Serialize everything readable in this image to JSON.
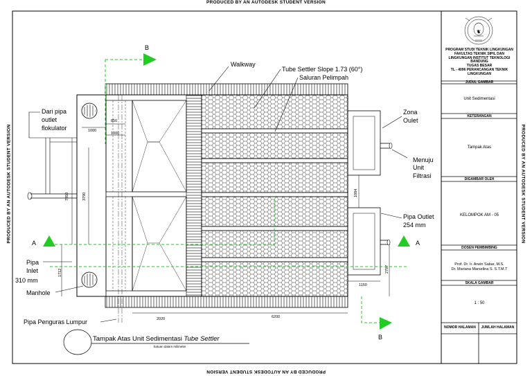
{
  "watermark": "PRODUCED BY AN AUTODESK STUDENT VERSION",
  "labels": {
    "walkway": "Walkway",
    "tube_settler": "Tube Settler Slope 1.73 (60°)",
    "saluran": "Saluran Pelimpah",
    "dari_pipa_1": "Dari pipa",
    "dari_pipa_2": "outlet",
    "dari_pipa_3": "flokulator",
    "zona_1": "Zona",
    "zona_2": "Oulet",
    "menuju_1": "Menuju",
    "menuju_2": "Unit",
    "menuju_3": "Filtrasi",
    "pipa_outlet_1": "Pipa Outlet",
    "pipa_outlet_2": "254 mm",
    "pipa_inlet_1": "Pipa",
    "pipa_inlet_2": "Inlet",
    "pipa_inlet_3": "310 mm",
    "manhole": "Manhole",
    "pipa_penguras": "Pipa Penguras Lumpur",
    "section_a": "A",
    "section_b": "B"
  },
  "dimensions": {
    "d1000a": "1000",
    "d850": "850",
    "d1000b": "1000",
    "d7850": "7850",
    "d3790": "3790",
    "d1712": "1712",
    "d2020": "2020",
    "d6200": "6200",
    "d1084": "1084",
    "d2787": "2787",
    "d1150": "1150"
  },
  "title": {
    "main": "Tampak Atas Unit Sedimentasi ",
    "italic": "Tube Settler",
    "sub": "Satuan dalam milimeter"
  },
  "title_block": {
    "institution": "PROGRAM STUDI TEKNIK LINGKUNGAN FAKULTAS TEKNIK SIPIL DAN LINGKUNGAN INSTITUT TEKNOLOGI BANDUNG",
    "course_1": "TUGAS BESAR",
    "course_2": "TL - 4096 PERANCANGAN TEKNIK LINGKUNGAN",
    "judul_header": "JUDUL GAMBAR",
    "judul_value": "Unit Sedimentasi",
    "keterangan_header": "KETERANGAN",
    "keterangan_value": "Tampak Atas",
    "digambar_header": "DIGAMBAR OLEH",
    "digambar_value": "KELOMPOK AM - 05",
    "dosen_header": "DOSEN PEMBIMBING",
    "dosen_1": "Prof. Dr. Ir. Arwin Sabar, M.S.",
    "dosen_2": "Dr. Mariana Marselina S. S.T.M.T",
    "skala_header": "SKALA GAMBAR",
    "skala_value": "1 : 50",
    "nomor_header": "NOMOR HALAMAN",
    "jumlah_header": "JUMLAH HALAMAN"
  },
  "colors": {
    "flow_arrow": "#22cc22",
    "line": "#000000"
  }
}
